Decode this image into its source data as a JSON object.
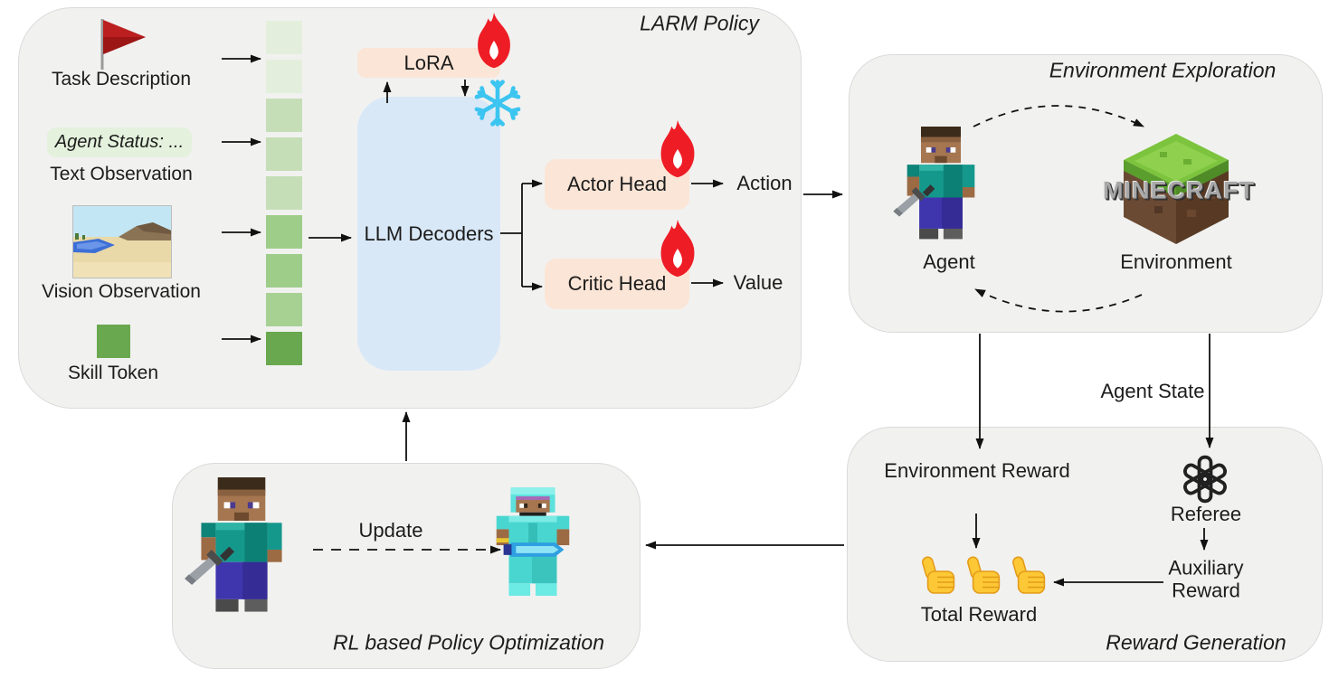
{
  "colors": {
    "panel_gray": "#f1f1f0",
    "panel_border": "#dadada",
    "peach_box": "#fbe5d6",
    "llm_blue": "#d9e8f7",
    "status_pill_green": "#e4f1dd",
    "skill_token_green": "#6aa84f",
    "fire_red": "#ee1c25",
    "snowflake_blue": "#3cc5f1",
    "thumb_yellow": "#fdc835",
    "arrow_black": "#111111"
  },
  "larm_policy": {
    "title": "LARM Policy",
    "inputs": [
      {
        "label": "Task Description",
        "icon": "red-flag-icon"
      },
      {
        "label": "Text Observation",
        "status_text": "Agent Status: ..."
      },
      {
        "label": "Vision Observation",
        "icon": "minecraft-scene-thumbnail"
      },
      {
        "label": "Skill Token",
        "icon": "green-square"
      }
    ],
    "tokens": [
      "#e3efdc",
      "#e3efdc",
      "#c6deb7",
      "#c6deb7",
      "#c6deb7",
      "#9ecd89",
      "#9ecd89",
      "#a6d193",
      "#6aa84f"
    ],
    "lora_label": "LoRA",
    "llm_label": "LLM Decoders",
    "actor_head_label": "Actor Head",
    "critic_head_label": "Critic Head",
    "action_label": "Action",
    "value_label": "Value"
  },
  "environment_exploration": {
    "title": "Environment Exploration",
    "agent_label": "Agent",
    "environment_label": "Environment",
    "minecraft_logo_text": "MINECRAFT"
  },
  "reward_generation": {
    "title": "Reward Generation",
    "agent_state_label": "Agent State",
    "environment_reward_label": "Environment Reward",
    "referee_label": "Referee",
    "auxiliary_reward_label": "Auxiliary Reward",
    "total_reward_label": "Total Reward",
    "thumbs_count": 3
  },
  "rl_optimization": {
    "title": "RL based Policy Optimization",
    "update_label": "Update"
  }
}
